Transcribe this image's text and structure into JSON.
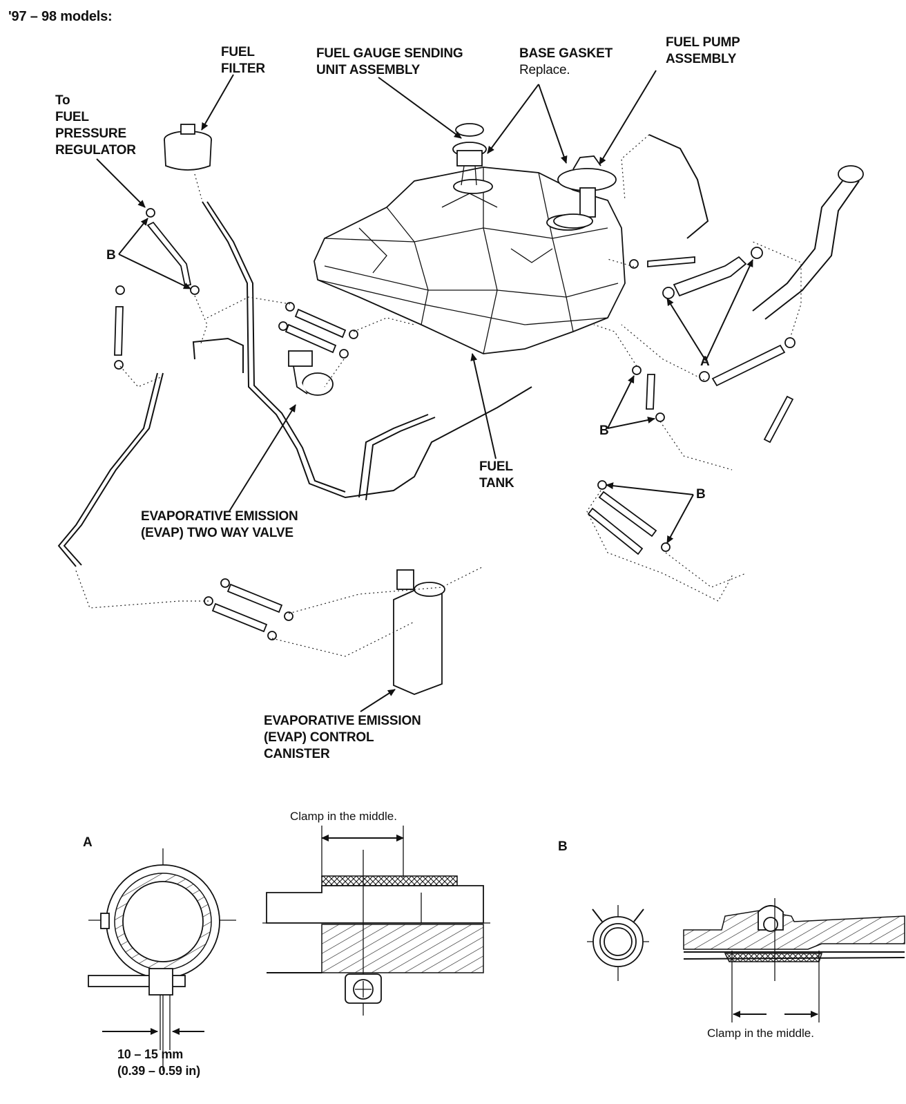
{
  "heading": "'97 – 98 models:",
  "labels": {
    "fuel_filter": [
      "FUEL",
      "FILTER"
    ],
    "sending_unit": [
      "FUEL GAUGE SENDING",
      "UNIT ASSEMBLY"
    ],
    "base_gasket": {
      "title": "BASE GASKET",
      "note": "Replace."
    },
    "fuel_pump": [
      "FUEL PUMP",
      "ASSEMBLY"
    ],
    "regulator": [
      "To",
      "FUEL",
      "PRESSURE",
      "REGULATOR"
    ],
    "fuel_tank": [
      "FUEL",
      "TANK"
    ],
    "evap_valve": [
      "EVAPORATIVE EMISSION",
      "(EVAP) TWO WAY VALVE"
    ],
    "evap_canister": [
      "EVAPORATIVE EMISSION",
      "(EVAP) CONTROL",
      "CANISTER"
    ],
    "callout_a": "A",
    "callout_b": "B"
  },
  "detail_a": {
    "letter": "A",
    "note": "Clamp in the middle.",
    "dimension": [
      "10 – 15 mm",
      "(0.39 – 0.59 in)"
    ]
  },
  "detail_b": {
    "letter": "B",
    "note": "Clamp in the middle."
  }
}
